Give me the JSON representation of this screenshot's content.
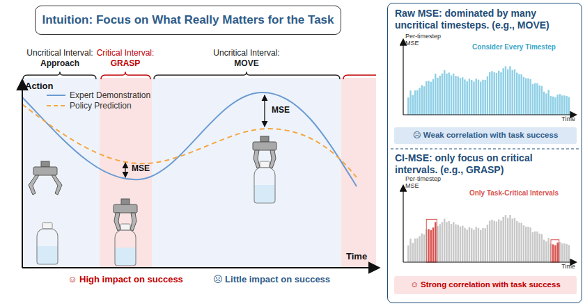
{
  "diagram": {
    "nodes": [
      {
        "text": [
          "Intuition: Focus on What Really Matters for the Task"
        ]
      },
      {
        "text": [
          "Raw MSE: dominated by many uncritical timesteps. (e.g., MOVE)",
          "CI-MSE: only focus on critical intervals. (e.g., GRASP)"
        ]
      },
      {
        "text": [
          "☹ Weak correlation with task success"
        ],
        "in": 1
      },
      {
        "text": [
          "☺ Strong correlation with task success"
        ],
        "in": 1
      }
    ],
    "labels": [
      "Uncritical Interval:",
      "Approach",
      "Critical Interval:",
      "GRASP",
      "Uncritical Interval:",
      "MOVE",
      "Action",
      "MSE",
      "MSE",
      "Time",
      "☺ High impact on success",
      "☹ Little impact on success",
      "Per-timestep MSE",
      "Consider Every Timestep",
      "Time",
      "Per-timestep MSE",
      "Only Task-Critical Intervals",
      "Time"
    ],
    "legend": [
      {
        "text": "Expert Demonstration"
      },
      {
        "text": "Policy Prediction"
      }
    ]
  }
}
